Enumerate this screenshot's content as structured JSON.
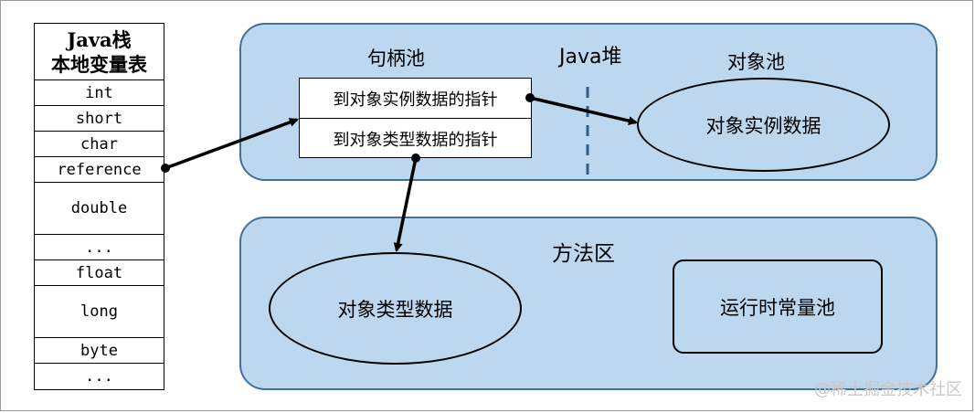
{
  "stack": {
    "title_line1": "Java栈",
    "title_line2": "本地变量表",
    "cells": [
      "int",
      "short",
      "char",
      "reference",
      "double",
      "...",
      "float",
      "long",
      "byte",
      "..."
    ]
  },
  "heap": {
    "title": "Java堆",
    "handle_pool_label": "句柄池",
    "handle_rows": [
      "到对象实例数据的指针",
      "到对象类型数据的指针"
    ],
    "object_pool_label": "对象池",
    "object_instance_data": "对象实例数据"
  },
  "method_area": {
    "title": "方法区",
    "object_type_data": "对象类型数据",
    "runtime_constant_pool": "运行时常量池"
  },
  "watermark": "@稀土掘金技术社区",
  "colors": {
    "region_fill": "#bdd7ee",
    "region_border": "#41719c",
    "dashed_divider": "#2e5f8a"
  }
}
